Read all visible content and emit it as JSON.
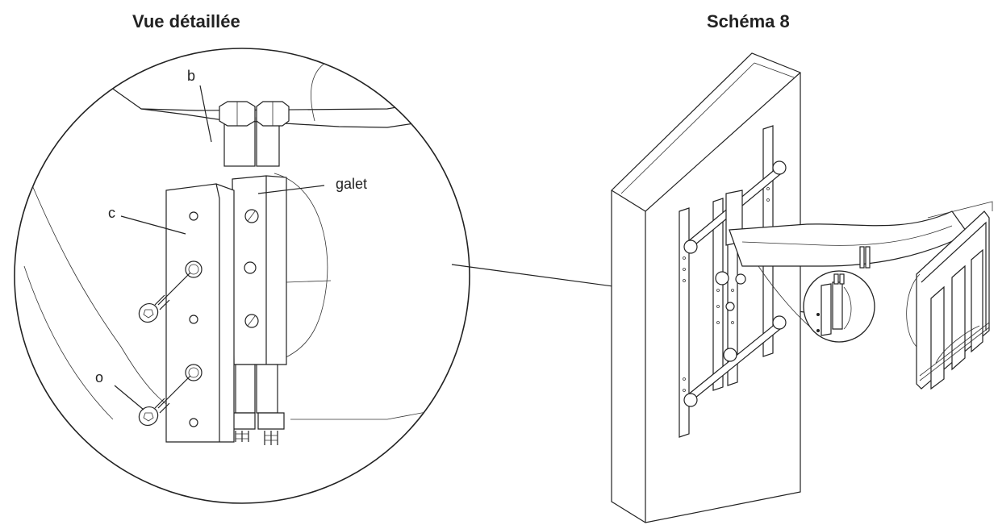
{
  "titles": {
    "detail_view": "Vue détaillée",
    "figure": "Schéma 8"
  },
  "labels": {
    "b": "b",
    "c": "c",
    "galet": "galet",
    "o": "o"
  }
}
